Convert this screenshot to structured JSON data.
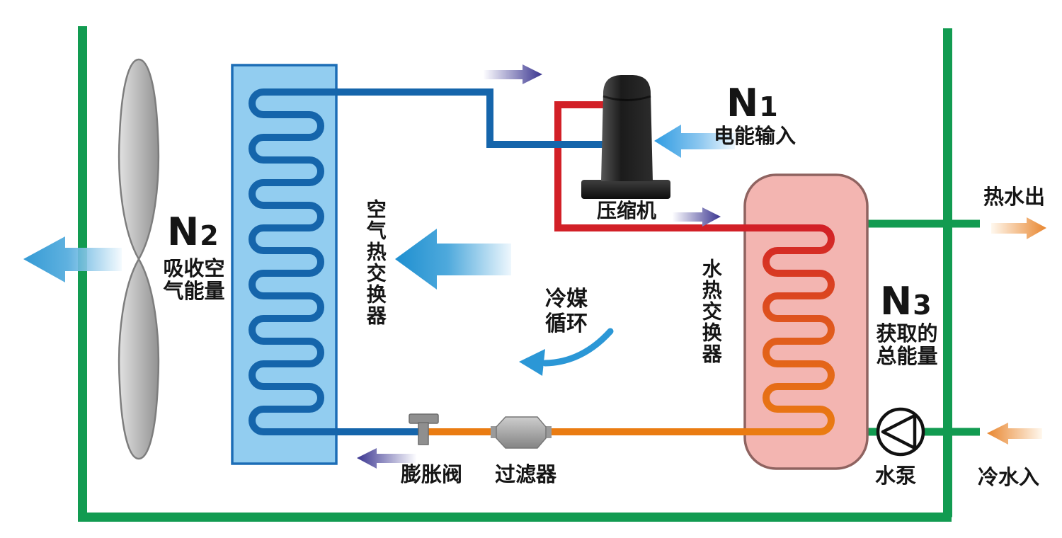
{
  "diagram_type": "heat-pump-water-heater-schematic",
  "labels": {
    "n1": {
      "symbol": "N",
      "sub": "1",
      "desc": "电能输入"
    },
    "n2": {
      "symbol": "N",
      "sub": "2",
      "desc_line1": "吸收空",
      "desc_line2": "气能量"
    },
    "n3": {
      "symbol": "N",
      "sub": "3",
      "desc_line1": "获取的",
      "desc_line2": "总能量"
    },
    "compressor": "压缩机",
    "air_heat_exchanger": "空气热交换器",
    "water_heat_exchanger": "水热交换器",
    "refrigerant_cycle_line1": "冷媒",
    "refrigerant_cycle_line2": "循环",
    "expansion_valve": "膨胀阀",
    "filter": "过滤器",
    "water_pump": "水泵",
    "hot_water_out": "热水出",
    "cold_water_in": "冷水入"
  },
  "icons": {
    "fan": "fan-blades-icon",
    "evaporator": "air-heat-exchanger-coil-icon",
    "compressor": "compressor-icon",
    "tank": "water-tank-coil-icon",
    "expansion_valve": "valve-icon",
    "filter": "filter-icon",
    "water_pump": "pump-circle-triangle-icon"
  },
  "colors": {
    "enclosure_green": "#129b51",
    "refrigerant_pipe_blue": "#1766b2",
    "evaporator_fill": "#92cdf0",
    "evaporator_border": "#1c6db6",
    "coil_blue": "#1565ab",
    "hot_gas_red": "#d22027",
    "liquid_orange": "#ea7c12",
    "tank_fill": "#f3b5b1",
    "tank_border": "#8f6360",
    "air_arrow_blue": "#2b97d6",
    "flow_arrow_purple": "#3a3590",
    "water_arrow_orange": "#e8863c",
    "component_gray": "#9a9a9a",
    "compressor_black": "#1a1a1a",
    "text_black": "#151515"
  }
}
